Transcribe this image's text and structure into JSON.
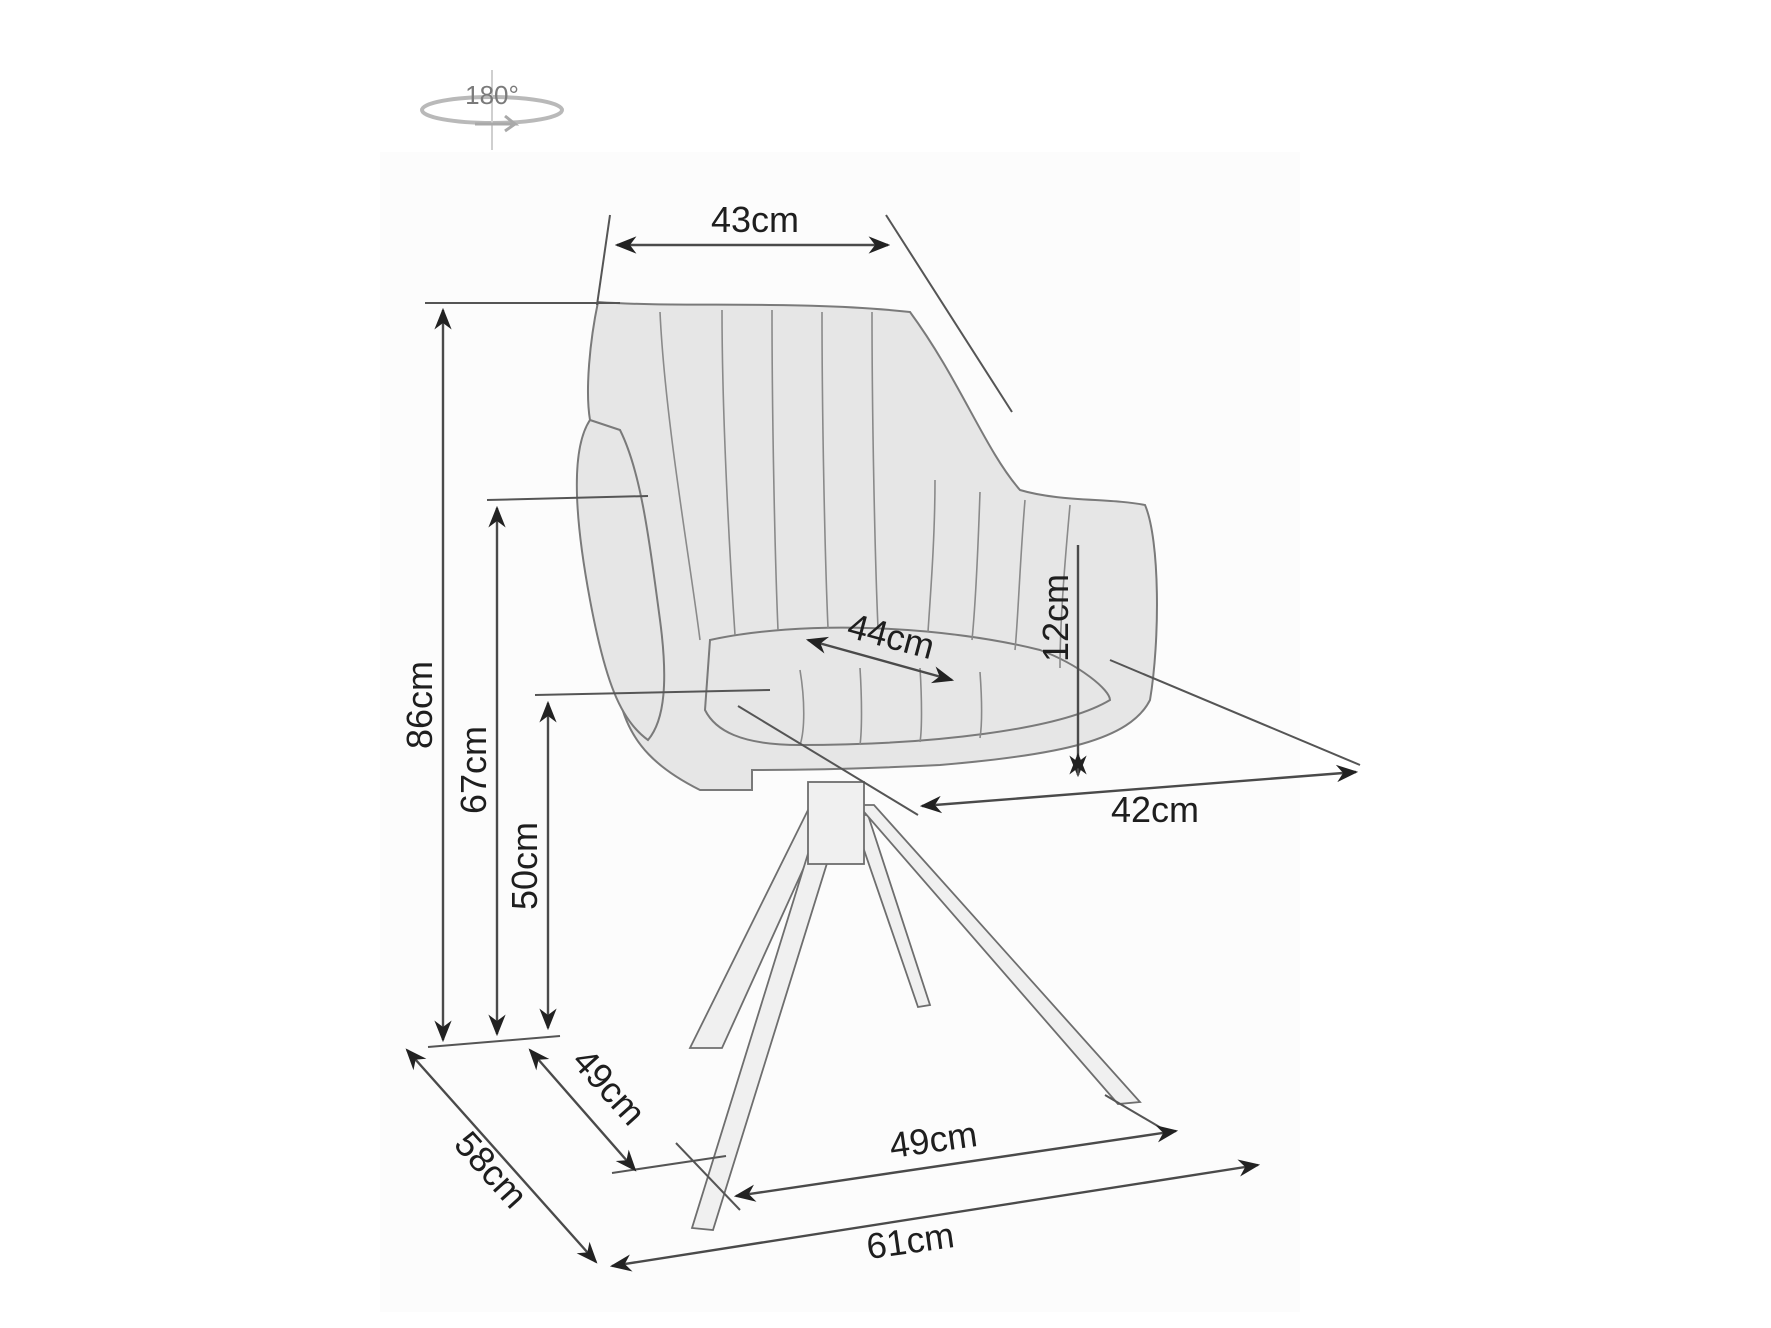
{
  "rotation_badge": {
    "label": "180°",
    "icon": "rotate-180-icon"
  },
  "dimensions": {
    "backrest_width": "43cm",
    "total_height": "86cm",
    "armrest_height": "67cm",
    "seat_height": "50cm",
    "armrest_above_seat": "12cm",
    "seat_width": "44cm",
    "seat_depth": "42cm",
    "base_depth": "49cm",
    "total_depth": "58cm",
    "base_width": "49cm",
    "total_width": "61cm"
  },
  "colors": {
    "background": "#ffffff",
    "line": "#4a4a4a",
    "text": "#1e1e1e",
    "chair_fill": "#e6e6e6"
  }
}
